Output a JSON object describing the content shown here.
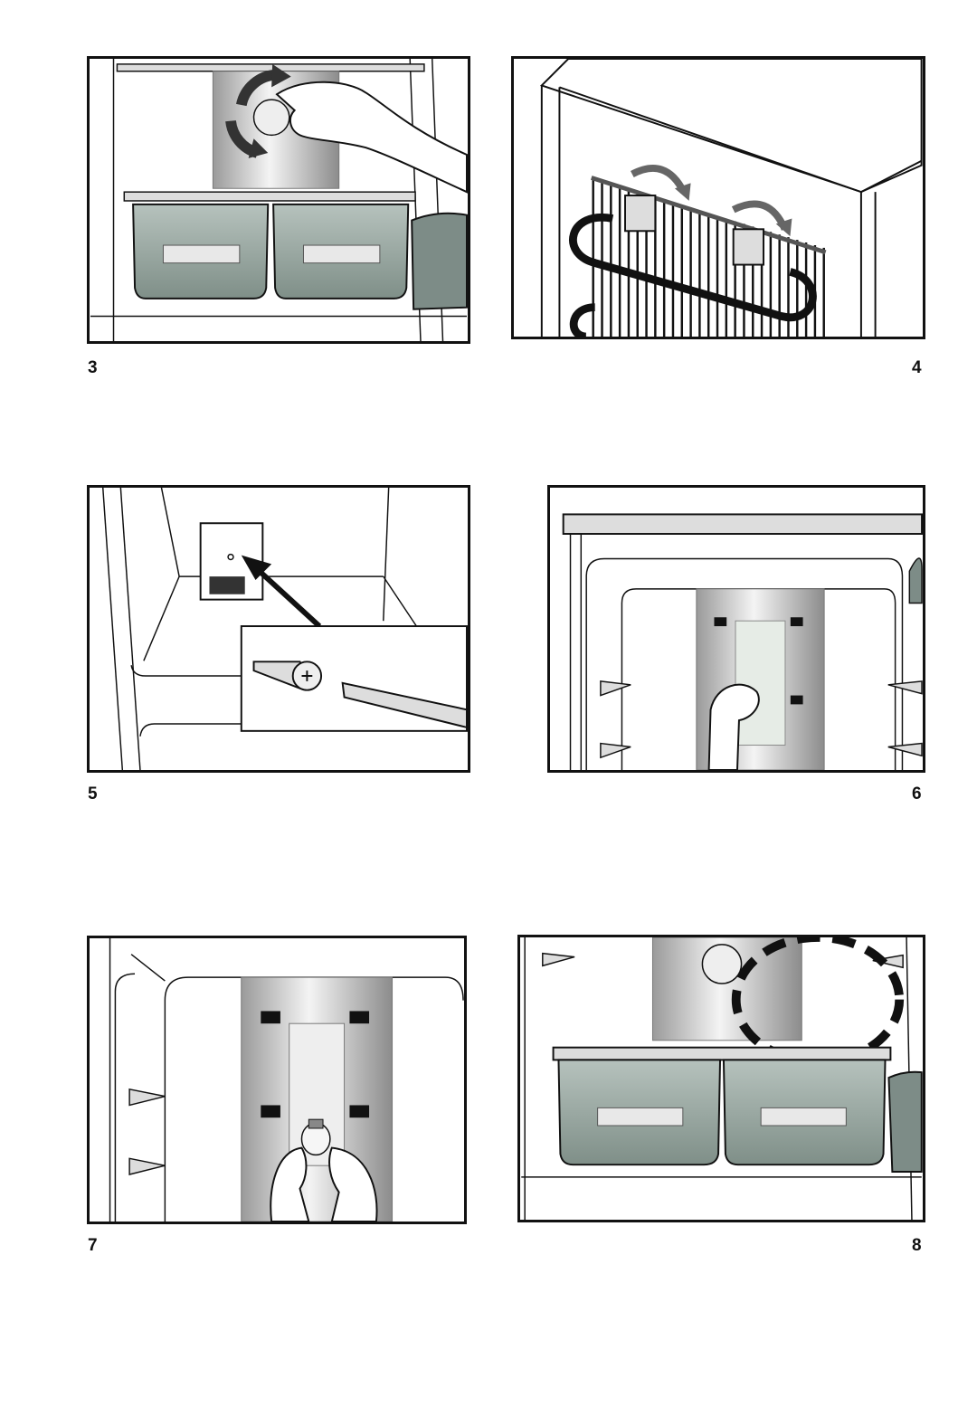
{
  "figures": [
    {
      "label": "3"
    },
    {
      "label": "4"
    },
    {
      "label": "5"
    },
    {
      "label": "6"
    },
    {
      "label": "7"
    },
    {
      "label": "8"
    }
  ],
  "colors": {
    "line": "#111111",
    "drawer_fill": "#8a9a94",
    "lamp_cover": "#e2e2e2",
    "dashed_highlight": "#111111"
  }
}
